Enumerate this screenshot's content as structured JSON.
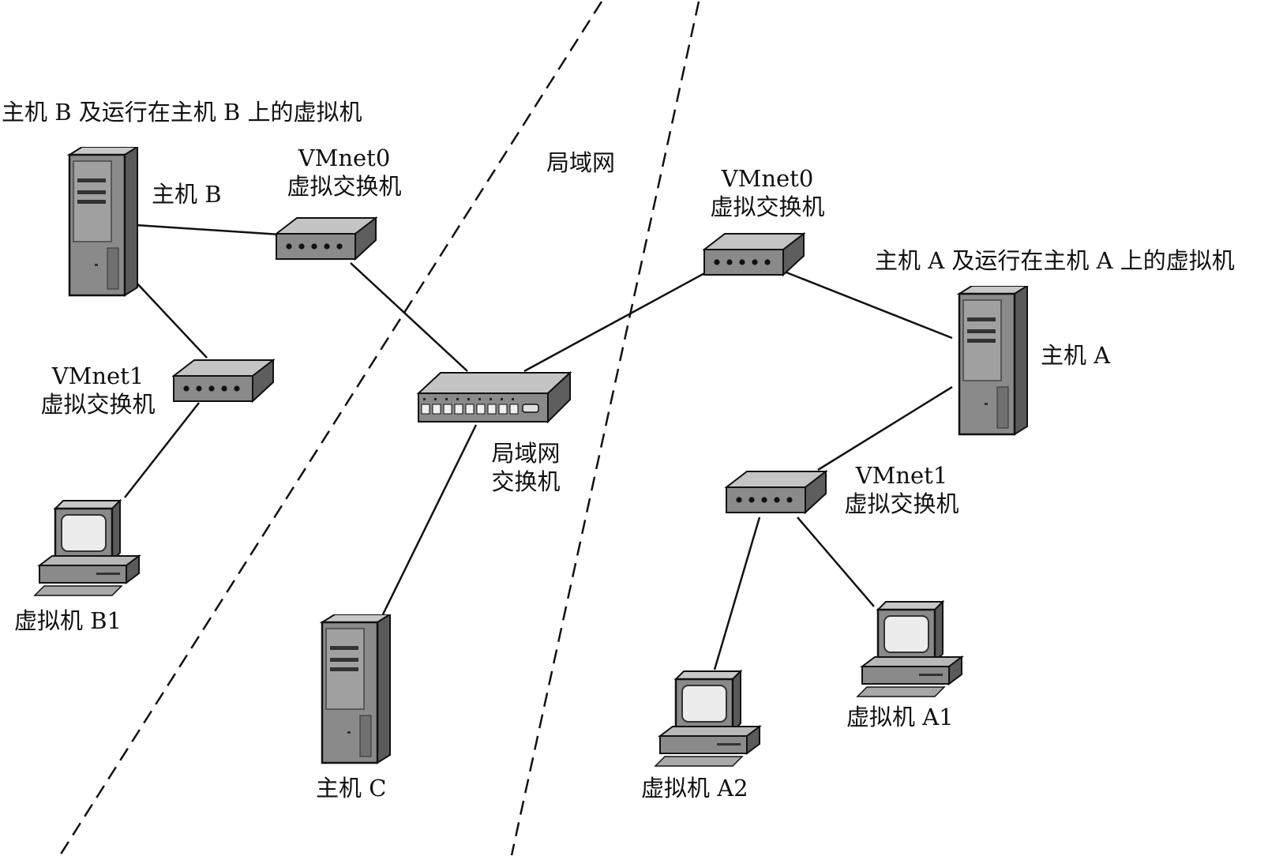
{
  "labels": {
    "host_b_group": "主机 B 及运行在主机 B 上的虚拟机",
    "host_a_group": "主机 A 及运行在主机 A 上的虚拟机",
    "lan_zone": "局域网",
    "host_b": "主机 B",
    "host_a": "主机 A",
    "host_c": "主机 C",
    "vm_b1": "虚拟机 B1",
    "vm_a1": "虚拟机 A1",
    "vm_a2": "虚拟机 A2",
    "lan_switch_line1": "局域网",
    "lan_switch_line2": "交换机",
    "vmnet0_b_line1": "VMnet0",
    "vmnet0_b_line2": "虚拟交换机",
    "vmnet1_b_line1": "VMnet1",
    "vmnet1_b_line2": "虚拟交换机",
    "vmnet0_a_line1": "VMnet0",
    "vmnet0_a_line2": "虚拟交换机",
    "vmnet1_a_line1": "VMnet1",
    "vmnet1_a_line2": "虚拟交换机"
  },
  "icons": {
    "server": "server-tower-icon",
    "vm": "desktop-computer-icon",
    "small_switch": "network-switch-icon",
    "lan_switch": "lan-switch-icon"
  },
  "colors": {
    "device_front": "#8a8a8a",
    "device_top": "#c4c4c4",
    "device_side": "#5e5e5e",
    "screen": "#ececec",
    "line": "#111111"
  }
}
